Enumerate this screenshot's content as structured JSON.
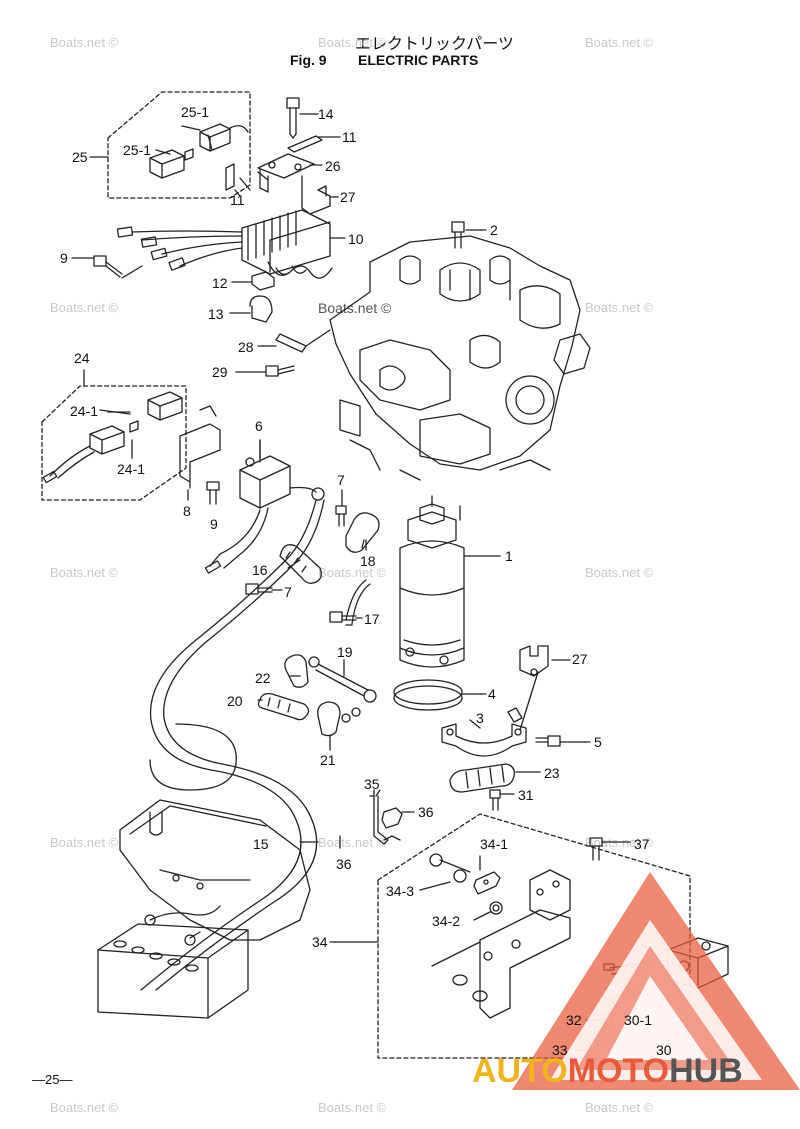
{
  "header": {
    "jp_title": "エレクトリックパーツ",
    "fig_number": "Fig. 9",
    "fig_title": "ELECTRIC PARTS"
  },
  "watermark": {
    "text": "Boats.net ©",
    "color": "#c9c9c9"
  },
  "brand": {
    "part1": "AUTO",
    "part2": "MOTO",
    "part3": "HUB",
    "colors": {
      "auto": "#f0b41e",
      "moto": "#e85a3a",
      "hub": "#555555",
      "triangle": "#e85a3a"
    }
  },
  "page_number": "—25—",
  "callouts": [
    "25-1",
    "14",
    "25-1",
    "11",
    "25",
    "26",
    "11",
    "27",
    "10",
    "2",
    "9",
    "12",
    "13",
    "28",
    "29",
    "24",
    "24-1",
    "24-1",
    "6",
    "7",
    "8",
    "9",
    "18",
    "1",
    "16",
    "7",
    "17",
    "19",
    "27",
    "22",
    "20",
    "4",
    "3",
    "5",
    "21",
    "23",
    "35",
    "31",
    "36",
    "37",
    "15",
    "34-1",
    "36",
    "34-3",
    "34-2",
    "34",
    "32",
    "30-1",
    "33",
    "30"
  ]
}
